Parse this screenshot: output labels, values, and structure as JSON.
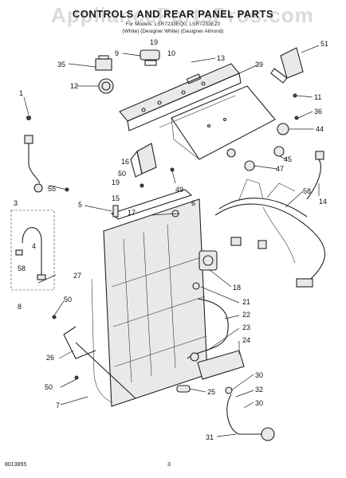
{
  "header": {
    "title": "CONTROLS AND REAR PANEL PARTS",
    "watermark": "AppliancePartsPros.com",
    "subtitle_models": "For Models: LSR7233EQ0, LSR7233EZ0",
    "subtitle_colors": "(White) (Designer White) (Designer Almond)"
  },
  "callouts": [
    "1",
    "3",
    "4",
    "5",
    "6",
    "7",
    "8",
    "9",
    "10",
    "11",
    "12",
    "13",
    "14",
    "15",
    "16",
    "17",
    "18",
    "19",
    "19",
    "21",
    "22",
    "23",
    "24",
    "25",
    "26",
    "27",
    "30",
    "30",
    "31",
    "32",
    "35",
    "36",
    "39",
    "44",
    "45",
    "47",
    "49",
    "50",
    "50",
    "50",
    "51",
    "55",
    "58",
    "58"
  ],
  "footer": {
    "code": "8013855",
    "page": "3"
  }
}
